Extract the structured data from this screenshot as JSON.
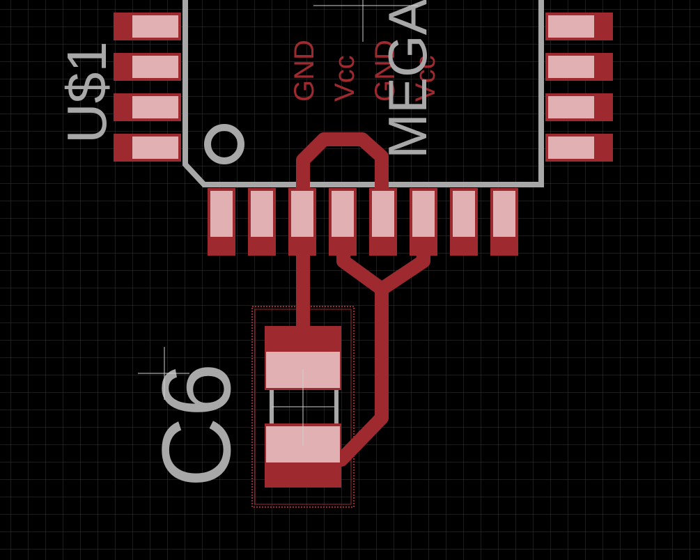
{
  "editor": {
    "grid": "visible",
    "background": "#000000",
    "grid_color": "#3a3a3a"
  },
  "colors": {
    "copper": "#9e2a2f",
    "pad_overlay": "#e6bcbf",
    "silkscreen": "#a8a8a8"
  },
  "chip": {
    "refdes": "U$1",
    "value": "MEGA"
  },
  "pin_labels": [
    "GND",
    "Vcc",
    "GND",
    "Vcc"
  ],
  "capacitor": {
    "refdes": "C6"
  }
}
